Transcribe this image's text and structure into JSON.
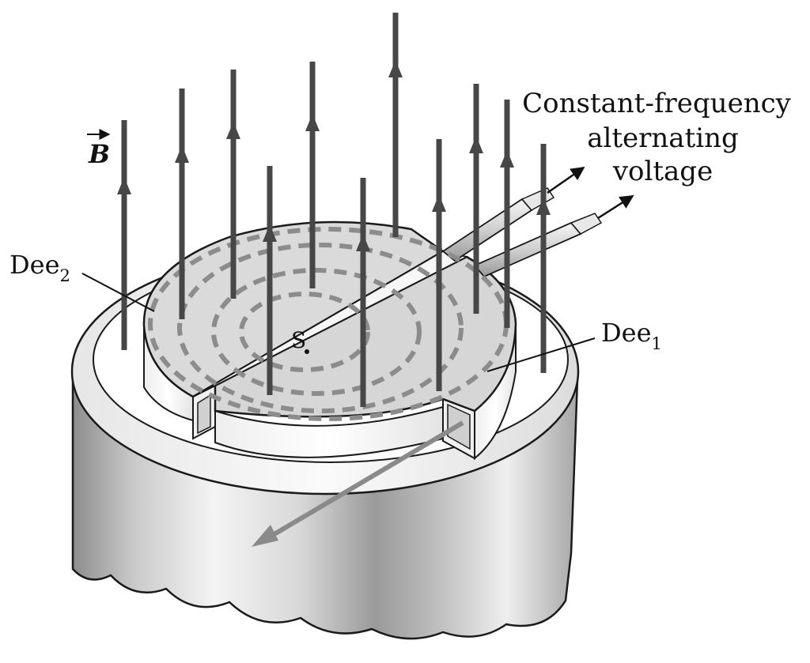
{
  "labels": {
    "field": "B",
    "dee2_main": "Dee",
    "dee2_sub": "2",
    "dee1_main": "Dee",
    "dee1_sub": "1",
    "source": "S",
    "voltage_line1": "Constant-frequency",
    "voltage_line2": "alternating",
    "voltage_line3": "voltage"
  },
  "colors": {
    "field_lines": "#474747",
    "orbit_dashes": "#8c8c8c",
    "exit_beam": "#8a8a8a",
    "dee_top": "#d9d9d9",
    "magnet_body": "#cfcfcf",
    "outline": "#1a1a1a"
  }
}
